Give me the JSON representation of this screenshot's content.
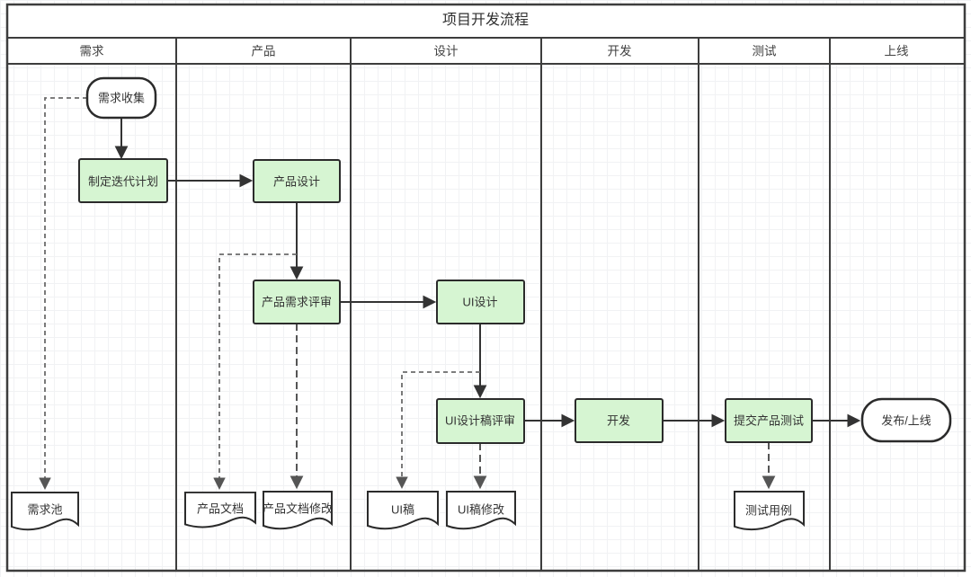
{
  "title": "项目开发流程",
  "lanes": [
    {
      "label": "需求"
    },
    {
      "label": "产品"
    },
    {
      "label": "设计"
    },
    {
      "label": "开发"
    },
    {
      "label": "测试"
    },
    {
      "label": "上线"
    }
  ],
  "nodes": {
    "requirement_collection": "需求收集",
    "iteration_plan": "制定迭代计划",
    "product_design": "产品设计",
    "product_requirement_review": "产品需求评审",
    "ui_design": "UI设计",
    "ui_design_review": "UI设计稿评审",
    "development": "开发",
    "submit_product_test": "提交产品测试",
    "release": "发布/上线",
    "requirement_pool": "需求池",
    "product_doc": "产品文档",
    "product_doc_revision": "产品文档修改",
    "ui_draft": "UI稿",
    "ui_draft_revision": "UI稿修改",
    "test_cases": "测试用例"
  },
  "colors": {
    "node_fill": "#d6f5d2",
    "node_border": "#2b2b2b",
    "solid_line": "#333333",
    "dashed_line": "#6b6b6b",
    "lane_border": "#3d3d3d",
    "grid_line": "#f1f2f4",
    "text": "#333333",
    "background": "#ffffff"
  }
}
